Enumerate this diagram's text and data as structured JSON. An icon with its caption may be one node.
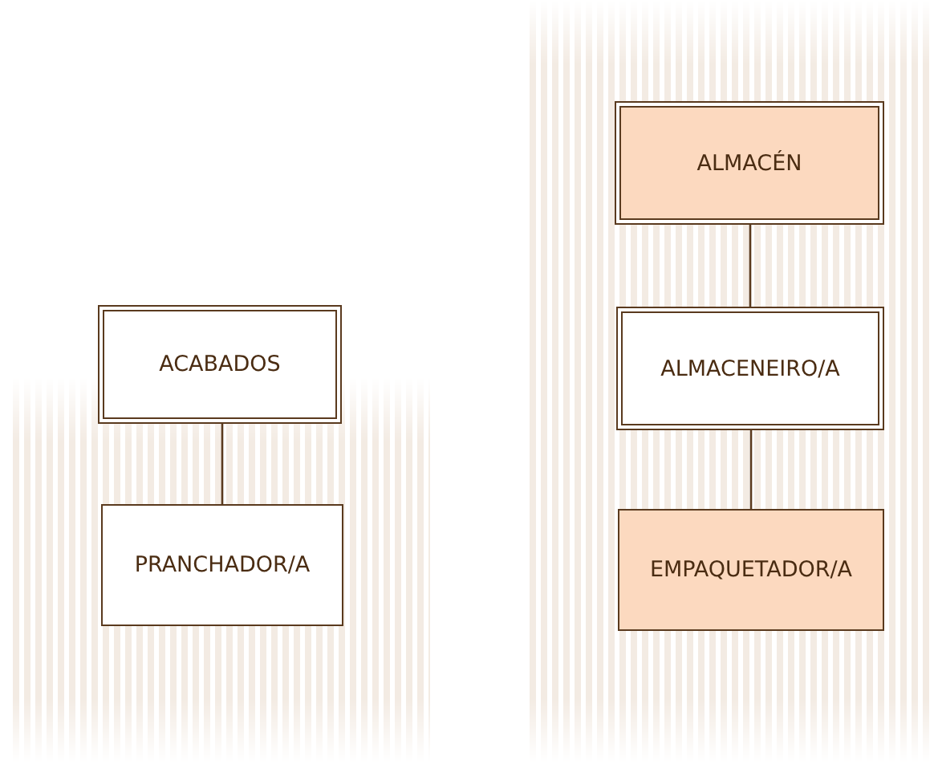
{
  "diagram": {
    "nodes": [
      {
        "text": [
          "ACABADOS"
        ]
      },
      {
        "text": [
          "PRANCHADOR/A"
        ]
      },
      {
        "text": [
          "ALMACÉN"
        ]
      },
      {
        "text": [
          "ALMACENEIRO/A"
        ]
      },
      {
        "text": [
          "EMPAQUETADOR/A"
        ]
      }
    ],
    "edges": [
      {
        "from": 0,
        "to": 1,
        "arrow": "none"
      },
      {
        "from": 2,
        "to": 3,
        "arrow": "none"
      },
      {
        "from": 3,
        "to": 4,
        "arrow": "none"
      }
    ]
  }
}
